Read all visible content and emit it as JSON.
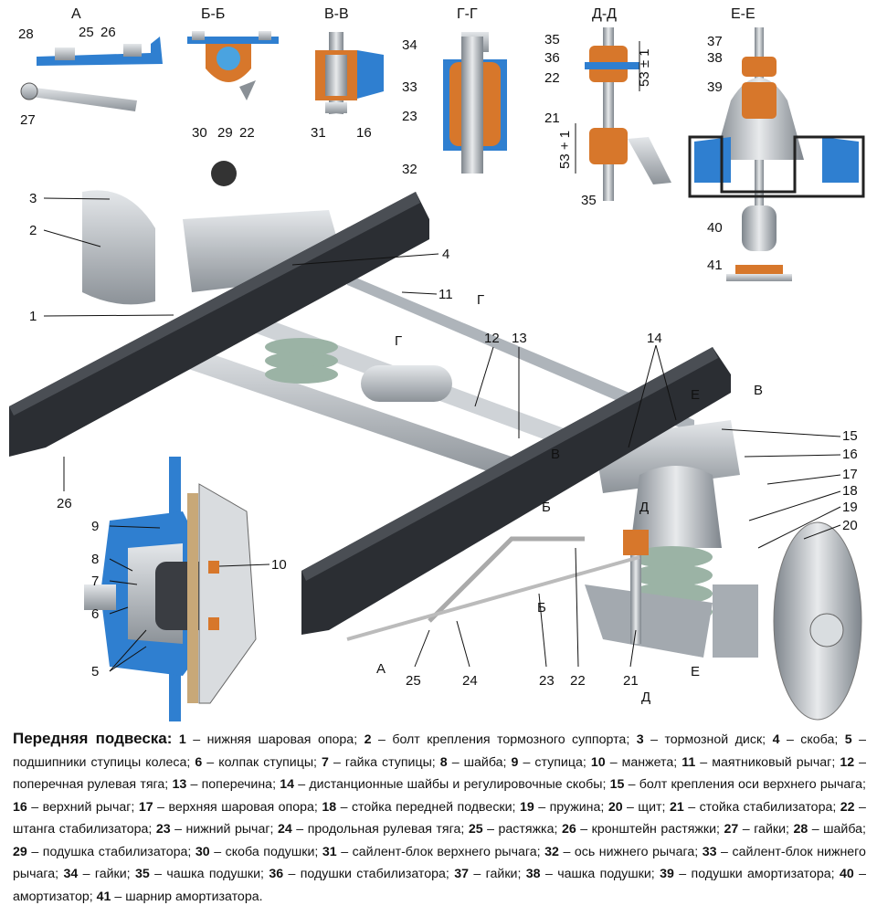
{
  "sections": [
    "А",
    "Б-Б",
    "В-В",
    "Г-Г",
    "Д-Д",
    "Е-Е"
  ],
  "dimensions": [
    "53 ± 1",
    "53 + 1"
  ],
  "section_marks": [
    "Г",
    "Г",
    "Е",
    "В",
    "В",
    "Б",
    "Д",
    "Б",
    "А",
    "Е",
    "Д"
  ],
  "callouts": [
    "28",
    "25",
    "26",
    "27",
    "30",
    "29",
    "22",
    "31",
    "16",
    "34",
    "33",
    "23",
    "32",
    "35",
    "36",
    "22",
    "21",
    "35",
    "37",
    "38",
    "39",
    "40",
    "41",
    "3",
    "2",
    "1",
    "4",
    "11",
    "12",
    "13",
    "14",
    "15",
    "16",
    "17",
    "18",
    "19",
    "20",
    "26",
    "9",
    "8",
    "10",
    "7",
    "6",
    "5",
    "25",
    "24",
    "23",
    "22",
    "21"
  ],
  "caption": {
    "title": "Передняя подвеска:",
    "items": [
      {
        "n": "1",
        "t": "нижняя шаровая опора"
      },
      {
        "n": "2",
        "t": "болт крепления тормозного суппорта"
      },
      {
        "n": "3",
        "t": "тормозной диск"
      },
      {
        "n": "4",
        "t": "скоба"
      },
      {
        "n": "5",
        "t": "подшипники ступицы колеса"
      },
      {
        "n": "6",
        "t": "колпак ступицы"
      },
      {
        "n": "7",
        "t": "гайка ступицы"
      },
      {
        "n": "8",
        "t": "шайба"
      },
      {
        "n": "9",
        "t": "ступица"
      },
      {
        "n": "10",
        "t": "манжета"
      },
      {
        "n": "11",
        "t": "маятниковый рычаг"
      },
      {
        "n": "12",
        "t": "поперечная рулевая тяга"
      },
      {
        "n": "13",
        "t": "поперечина"
      },
      {
        "n": "14",
        "t": "дистанционные шайбы и регулировочные скобы"
      },
      {
        "n": "15",
        "t": "болт крепления оси верхнего рычага"
      },
      {
        "n": "16",
        "t": "верхний рычаг"
      },
      {
        "n": "17",
        "t": "верхняя шаровая опора"
      },
      {
        "n": "18",
        "t": "стойка передней подвески"
      },
      {
        "n": "19",
        "t": "пружина"
      },
      {
        "n": "20",
        "t": "щит"
      },
      {
        "n": "21",
        "t": "стойка стабилизатора"
      },
      {
        "n": "22",
        "t": "штанга стабилизатора"
      },
      {
        "n": "23",
        "t": "нижний рычаг"
      },
      {
        "n": "24",
        "t": "продольная рулевая тяга"
      },
      {
        "n": "25",
        "t": "растяжка"
      },
      {
        "n": "26",
        "t": "кронштейн растяжки"
      },
      {
        "n": "27",
        "t": "гайки"
      },
      {
        "n": "28",
        "t": "шайба"
      },
      {
        "n": "29",
        "t": "подушка стабилизатора"
      },
      {
        "n": "30",
        "t": "скоба подушки"
      },
      {
        "n": "31",
        "t": "сайлент-блок верхнего рычага"
      },
      {
        "n": "32",
        "t": "ось нижнего рычага"
      },
      {
        "n": "33",
        "t": "сайлент-блок нижнего рычага"
      },
      {
        "n": "34",
        "t": "гайки"
      },
      {
        "n": "35",
        "t": "чашка подушки"
      },
      {
        "n": "36",
        "t": "подушки стабилизатора"
      },
      {
        "n": "37",
        "t": "гайки"
      },
      {
        "n": "38",
        "t": "чашка подушки"
      },
      {
        "n": "39",
        "t": "подушки амортизатора"
      },
      {
        "n": "40",
        "t": "амортизатор"
      },
      {
        "n": "41",
        "t": "шарнир амортизатора"
      }
    ]
  },
  "colors": {
    "frame": "#2b2e33",
    "metal": "#b9bec4",
    "blue": "#2f7fd0",
    "orange": "#d7772b",
    "spring": "#8fa89a"
  }
}
